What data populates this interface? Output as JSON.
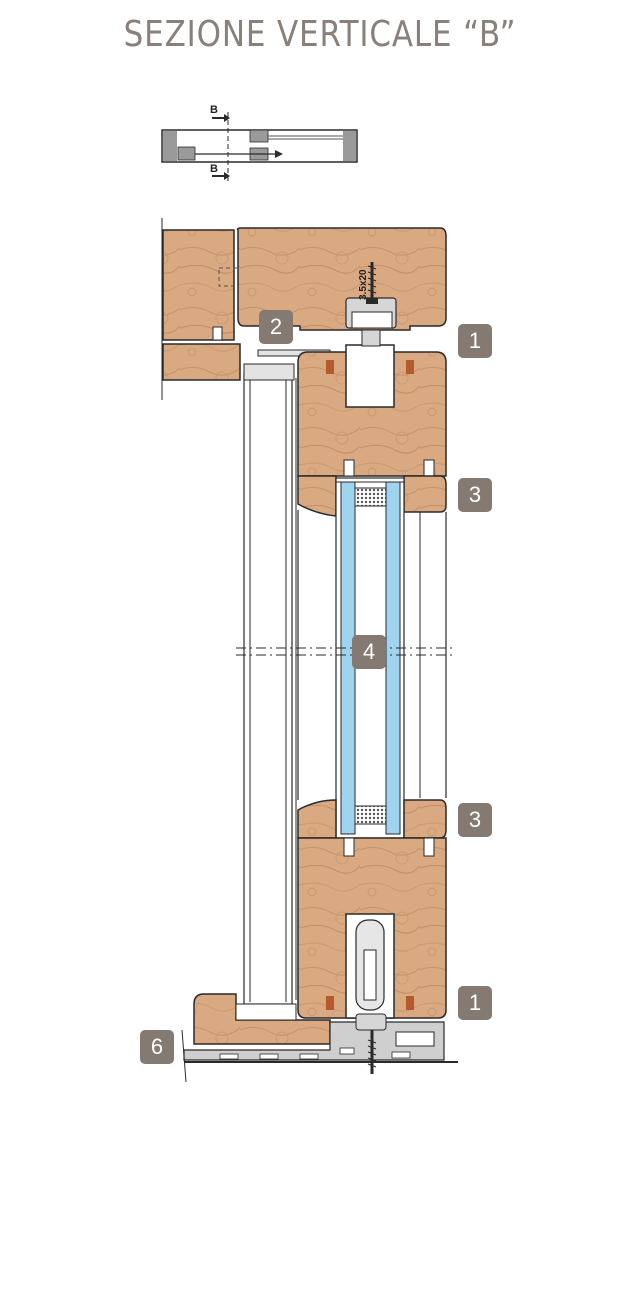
{
  "title": "SEZIONE VERTICALE “B”",
  "key_plan": {
    "section_mark_top": "B",
    "section_mark_bottom": "B"
  },
  "screw_label": "3.5x20",
  "callouts": [
    {
      "id": "c1-top",
      "label": "1"
    },
    {
      "id": "c2",
      "label": "2"
    },
    {
      "id": "c3-top",
      "label": "3"
    },
    {
      "id": "c4",
      "label": "4"
    },
    {
      "id": "c3-bottom",
      "label": "3"
    },
    {
      "id": "c1-bottom",
      "label": "1"
    },
    {
      "id": "c6",
      "label": "6"
    }
  ],
  "colors": {
    "wood": "#d9a982",
    "wood_dark": "#c48f66",
    "glass": "#9fd3ee",
    "metal": "#cfcfcf",
    "outline": "#2a2a2a",
    "callout_bg": "#847a72"
  }
}
